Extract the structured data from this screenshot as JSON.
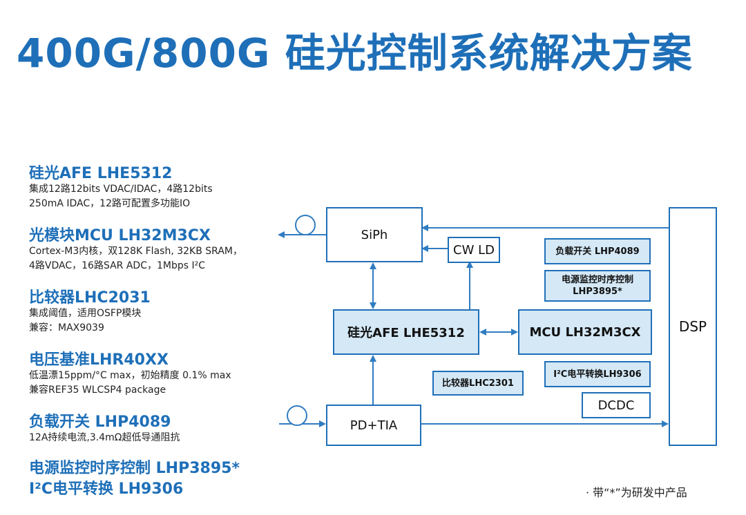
{
  "title": "400G/800G 硅光控制系统解决方案",
  "products": [
    {
      "head": "硅光AFE  LHE5312",
      "desc": [
        "集成12路12bits VDAC/IDAC，4路12bits",
        "250mA IDAC，12路可配置多功能IO"
      ]
    },
    {
      "head": "光模块MCU LH32M3CX",
      "desc": [
        "Cortex-M3内核，双128K Flash, 32KB SRAM，",
        "4路VDAC，16路SAR ADC，1Mbps I²C"
      ]
    },
    {
      "head": "比较器LHC2031",
      "desc": [
        "集成阈值，适用OSFP模块",
        "兼容：MAX9039"
      ]
    },
    {
      "head": "电压基准LHR40XX",
      "desc": [
        "低温漂15ppm/°C max，初始精度 0.1% max",
        "兼容REF35 WLCSP4 package"
      ]
    },
    {
      "head": "负载开关 LHP4089",
      "desc": [
        "12A持续电流,3.4mΩ超低导通阻抗"
      ]
    },
    {
      "head": "电源监控时序控制 LHP3895*",
      "desc": []
    },
    {
      "head": "I²C电平转换 LH9306",
      "desc": []
    }
  ],
  "diagram": {
    "siph": "SiPh",
    "cwld": "CW LD",
    "afe": "硅光AFE LHE5312",
    "mcu": "MCU LH32M3CX",
    "pdtia": "PD+TIA",
    "dsp": "DSP",
    "load_switch": "负载开关 LHP4089",
    "power_monitor_1": "电源监控时序控制",
    "power_monitor_2": "LHP3895*",
    "i2c": "I²C电平转换LH9306",
    "comparator": "比较器LHC2301",
    "dcdc": "DCDC"
  },
  "colors": {
    "accent": "#1e6fb8",
    "box_fill": "#d4e8f6",
    "line": "#2f7cc1"
  },
  "note": "· 带“*”为研发中产品"
}
